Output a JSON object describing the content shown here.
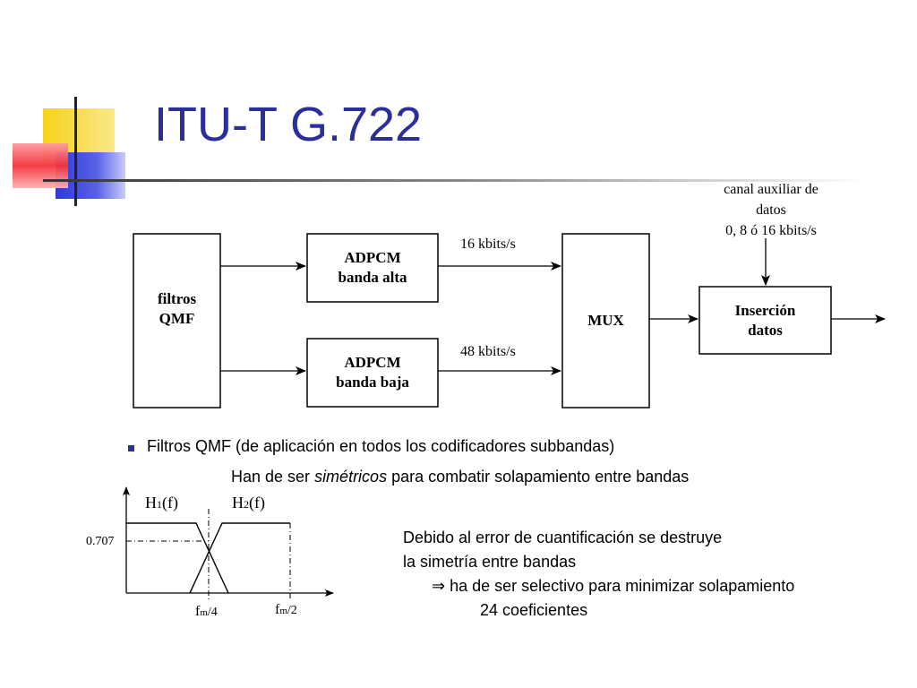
{
  "slide": {
    "title": "ITU-T G.722"
  },
  "block_diagram": {
    "blocks": {
      "qmf": [
        "filtros",
        "QMF"
      ],
      "adpcm_high": [
        "ADPCM",
        "banda alta"
      ],
      "adpcm_low": [
        "ADPCM",
        "banda baja"
      ],
      "mux": "MUX",
      "insertion": [
        "Inserción",
        "datos"
      ]
    },
    "rate_high": "16 kbits/s",
    "rate_low": "48 kbits/s",
    "aux_channel": [
      "canal auxiliar de",
      "datos",
      "0, 8 ó 16 kbits/s"
    ]
  },
  "bullet": {
    "text": "Filtros QMF (de aplicación en todos los codificadores subbandas)"
  },
  "subline": {
    "prefix": "Han de ser ",
    "emphasis": "simétricos",
    "suffix": " para combatir solapamiento entre bandas"
  },
  "filter_plot": {
    "h1_label": "H",
    "h1_sub": "1",
    "h1_suffix": "(f)",
    "h2_label": "H",
    "h2_sub": "2",
    "h2_suffix": "(f)",
    "level_label": "0.707",
    "x_label_1_base": "f",
    "x_label_1_sub": "m",
    "x_label_1_rest": "/4",
    "x_label_2_base": "f",
    "x_label_2_sub": "m",
    "x_label_2_rest": "/2"
  },
  "note": {
    "line1": "Debido al error de cuantificación se destruye",
    "line2": "la simetría entre bandas",
    "arrow": "⇒",
    "line3": " ha de ser selectivo para minimizar solapamiento",
    "line4": "24 coeficientes"
  },
  "colors": {
    "title": "#2b2f9c",
    "deco_yellow": "#f7d21a",
    "deco_blue": "#2f3ad8",
    "deco_red": "#f2343a"
  }
}
